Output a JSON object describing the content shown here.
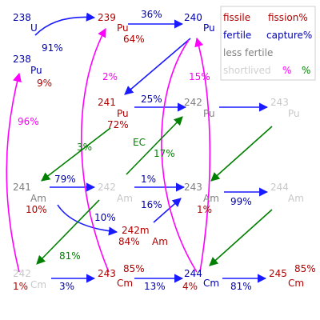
{
  "colors": {
    "fissile": "#b00000",
    "fertile": "#0000b0",
    "less_fertile": "#808080",
    "shortlived": "#c0c0c0",
    "blue_arrow": "#1a1aff",
    "magenta_arrow": "#ff00ff",
    "green_arrow": "#008000"
  },
  "legend": {
    "fissile": "fissile",
    "fission_pct": "fission%",
    "fertile": "fertile",
    "capture_pct": "capture%",
    "less_fertile": "less fertile",
    "shortlived": "shortlived",
    "pct_magenta": "%",
    "pct_green": "%"
  },
  "nuclides": {
    "u238": {
      "mass": "238",
      "sym": "U"
    },
    "pu238": {
      "mass": "238",
      "sym": "Pu",
      "pct": "9%"
    },
    "pu239": {
      "mass": "239",
      "sym": "Pu",
      "pct": "64%"
    },
    "pu240": {
      "mass": "240",
      "sym": "Pu"
    },
    "pu241": {
      "mass": "241",
      "sym": "Pu",
      "pct": "72%"
    },
    "pu242": {
      "mass": "242",
      "sym": "Pu"
    },
    "pu243": {
      "mass": "243",
      "sym": "Pu"
    },
    "am241": {
      "mass": "241",
      "sym": "Am",
      "pct": "10%"
    },
    "am242": {
      "mass": "242",
      "sym": "Am"
    },
    "am242m": {
      "mass": "242m",
      "sym": "Am",
      "pct": "84%"
    },
    "am243": {
      "mass": "243",
      "sym": "Am",
      "pct": "1%"
    },
    "am244": {
      "mass": "244",
      "sym": "Am"
    },
    "cm242": {
      "mass": "242",
      "sym": "Cm",
      "pct": "1%"
    },
    "cm243": {
      "mass": "243",
      "sym": "Cm",
      "pct": "85%"
    },
    "cm244": {
      "mass": "244",
      "sym": "Cm",
      "pct": "4%"
    },
    "cm245": {
      "mass": "245",
      "sym": "Cm",
      "pct": "85%"
    }
  },
  "arrow_labels": {
    "u238_pu239": "91%",
    "pu239_pu240": "36%",
    "pu241_pu242": "25%",
    "am241_am242": "79%",
    "am242_am243": "1%",
    "am243_am244": "99%",
    "cm242_cm243": "3%",
    "cm243_cm244": "13%",
    "cm244_cm245": "81%",
    "am241_am242m": "10%",
    "am242m_am243": "16%",
    "pu238_up": "96%",
    "pu239_pu241": "2%",
    "cm244_pu240": "15%",
    "pu241_am241": "3%",
    "am242_pu242": "17%",
    "ec": "EC",
    "am242_cm242": "81%"
  }
}
